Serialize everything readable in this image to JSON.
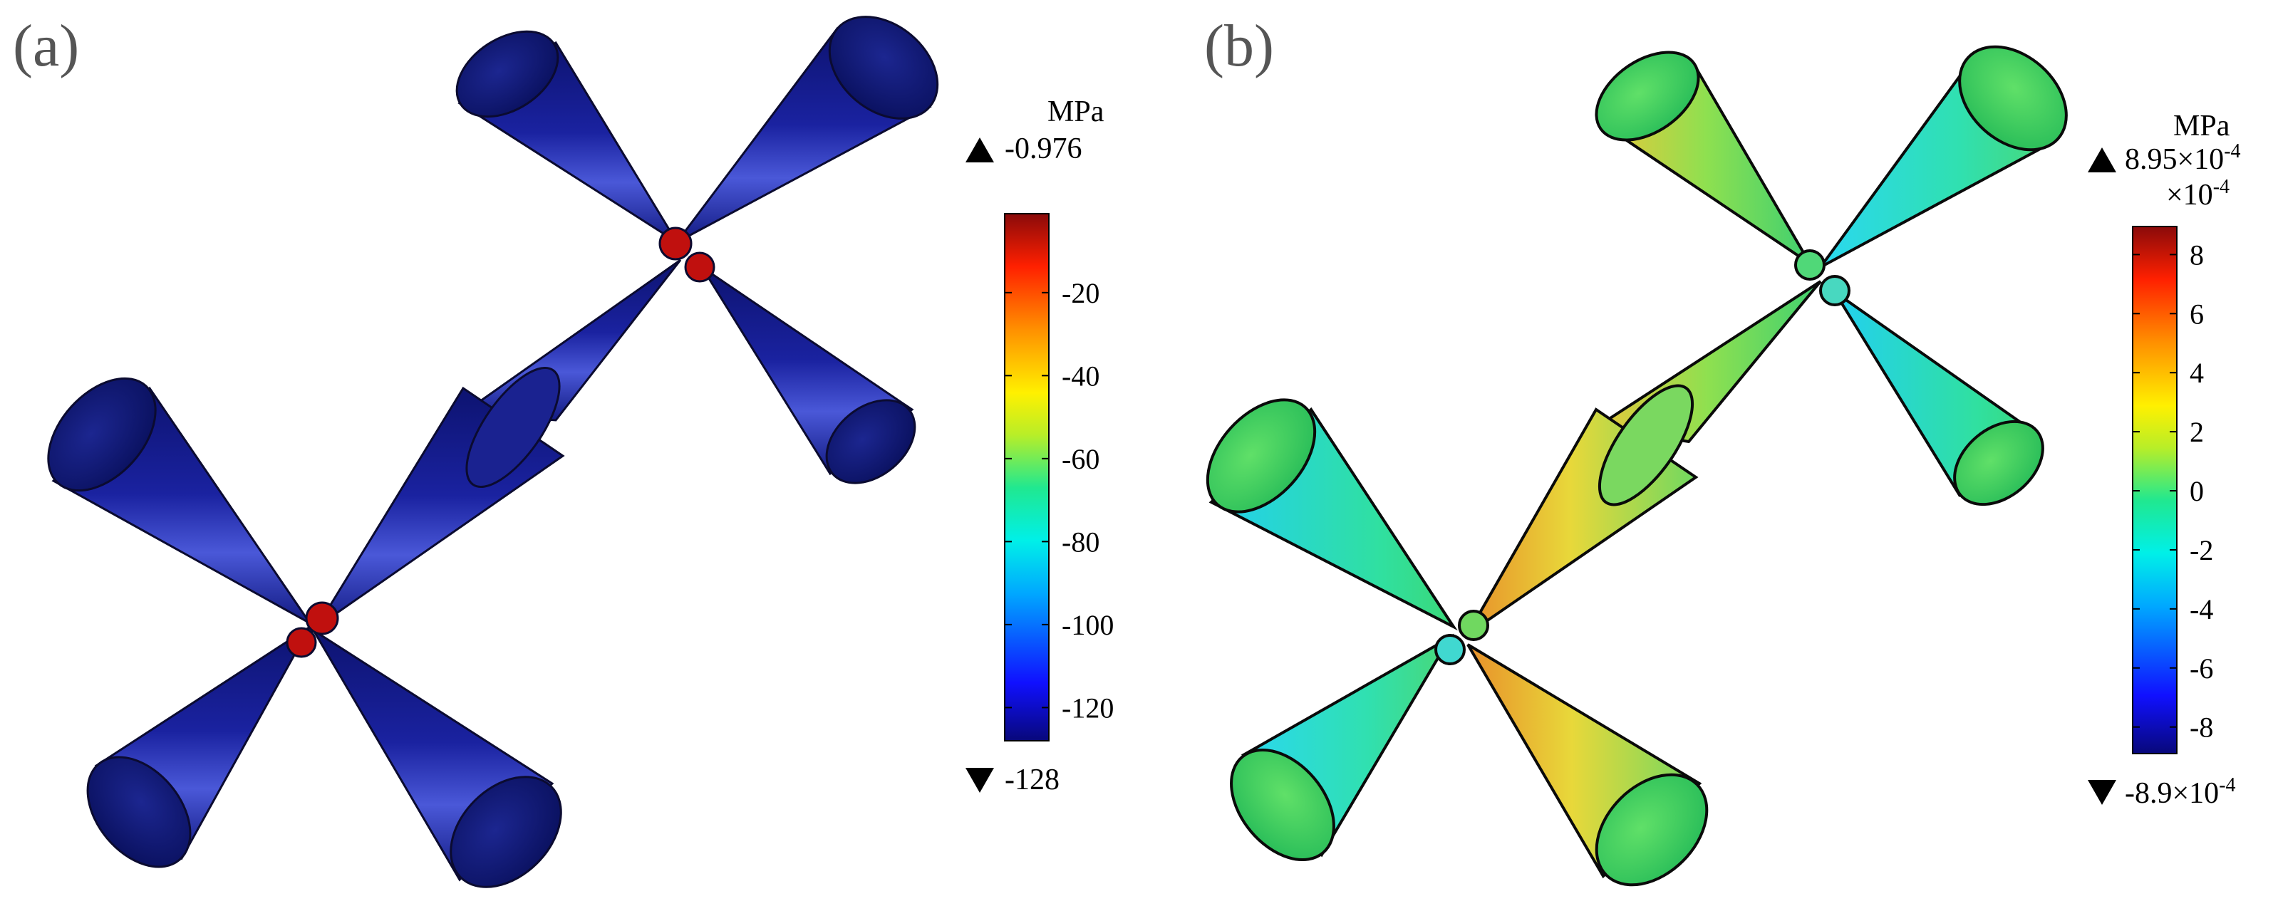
{
  "panels": [
    {
      "label": "(a)",
      "unit": "MPa",
      "max_label": "-0.976",
      "min_label": "-128",
      "colorbar": {
        "range": [
          -128,
          -0.976
        ],
        "ticks": [
          "-20",
          "-40",
          "-60",
          "-80",
          "-100",
          "-120"
        ],
        "tick_values": [
          -20,
          -40,
          -60,
          -80,
          -100,
          -120
        ]
      },
      "colors": {
        "body": "#121a82",
        "body_light": "#3f4fc8",
        "joint": "#c0100e",
        "outline": "#0b0b30"
      }
    },
    {
      "label": "(b)",
      "unit": "MPa",
      "max_label": "8.95×10",
      "max_exp": "-4",
      "scale_label": "×10",
      "scale_exp": "-4",
      "min_label": "-8.9×10",
      "min_exp": "-4",
      "colorbar": {
        "range": [
          -8.9,
          8.95
        ],
        "ticks": [
          "8",
          "6",
          "4",
          "2",
          "0",
          "-2",
          "-4",
          "-6",
          "-8"
        ],
        "tick_values": [
          8,
          6,
          4,
          2,
          0,
          -2,
          -4,
          -6,
          -8
        ]
      },
      "colors": {
        "body": "#3fd070",
        "cyan": "#32d8e8",
        "yellow": "#e8d23a",
        "orange": "#e88a2a",
        "outline": "#0a0a0a"
      }
    }
  ],
  "colormap": [
    "#08087a",
    "#1010ff",
    "#00a8ff",
    "#00f0e8",
    "#20e890",
    "#b8ee28",
    "#fff000",
    "#ff9000",
    "#ff2000",
    "#8a0a0a"
  ]
}
